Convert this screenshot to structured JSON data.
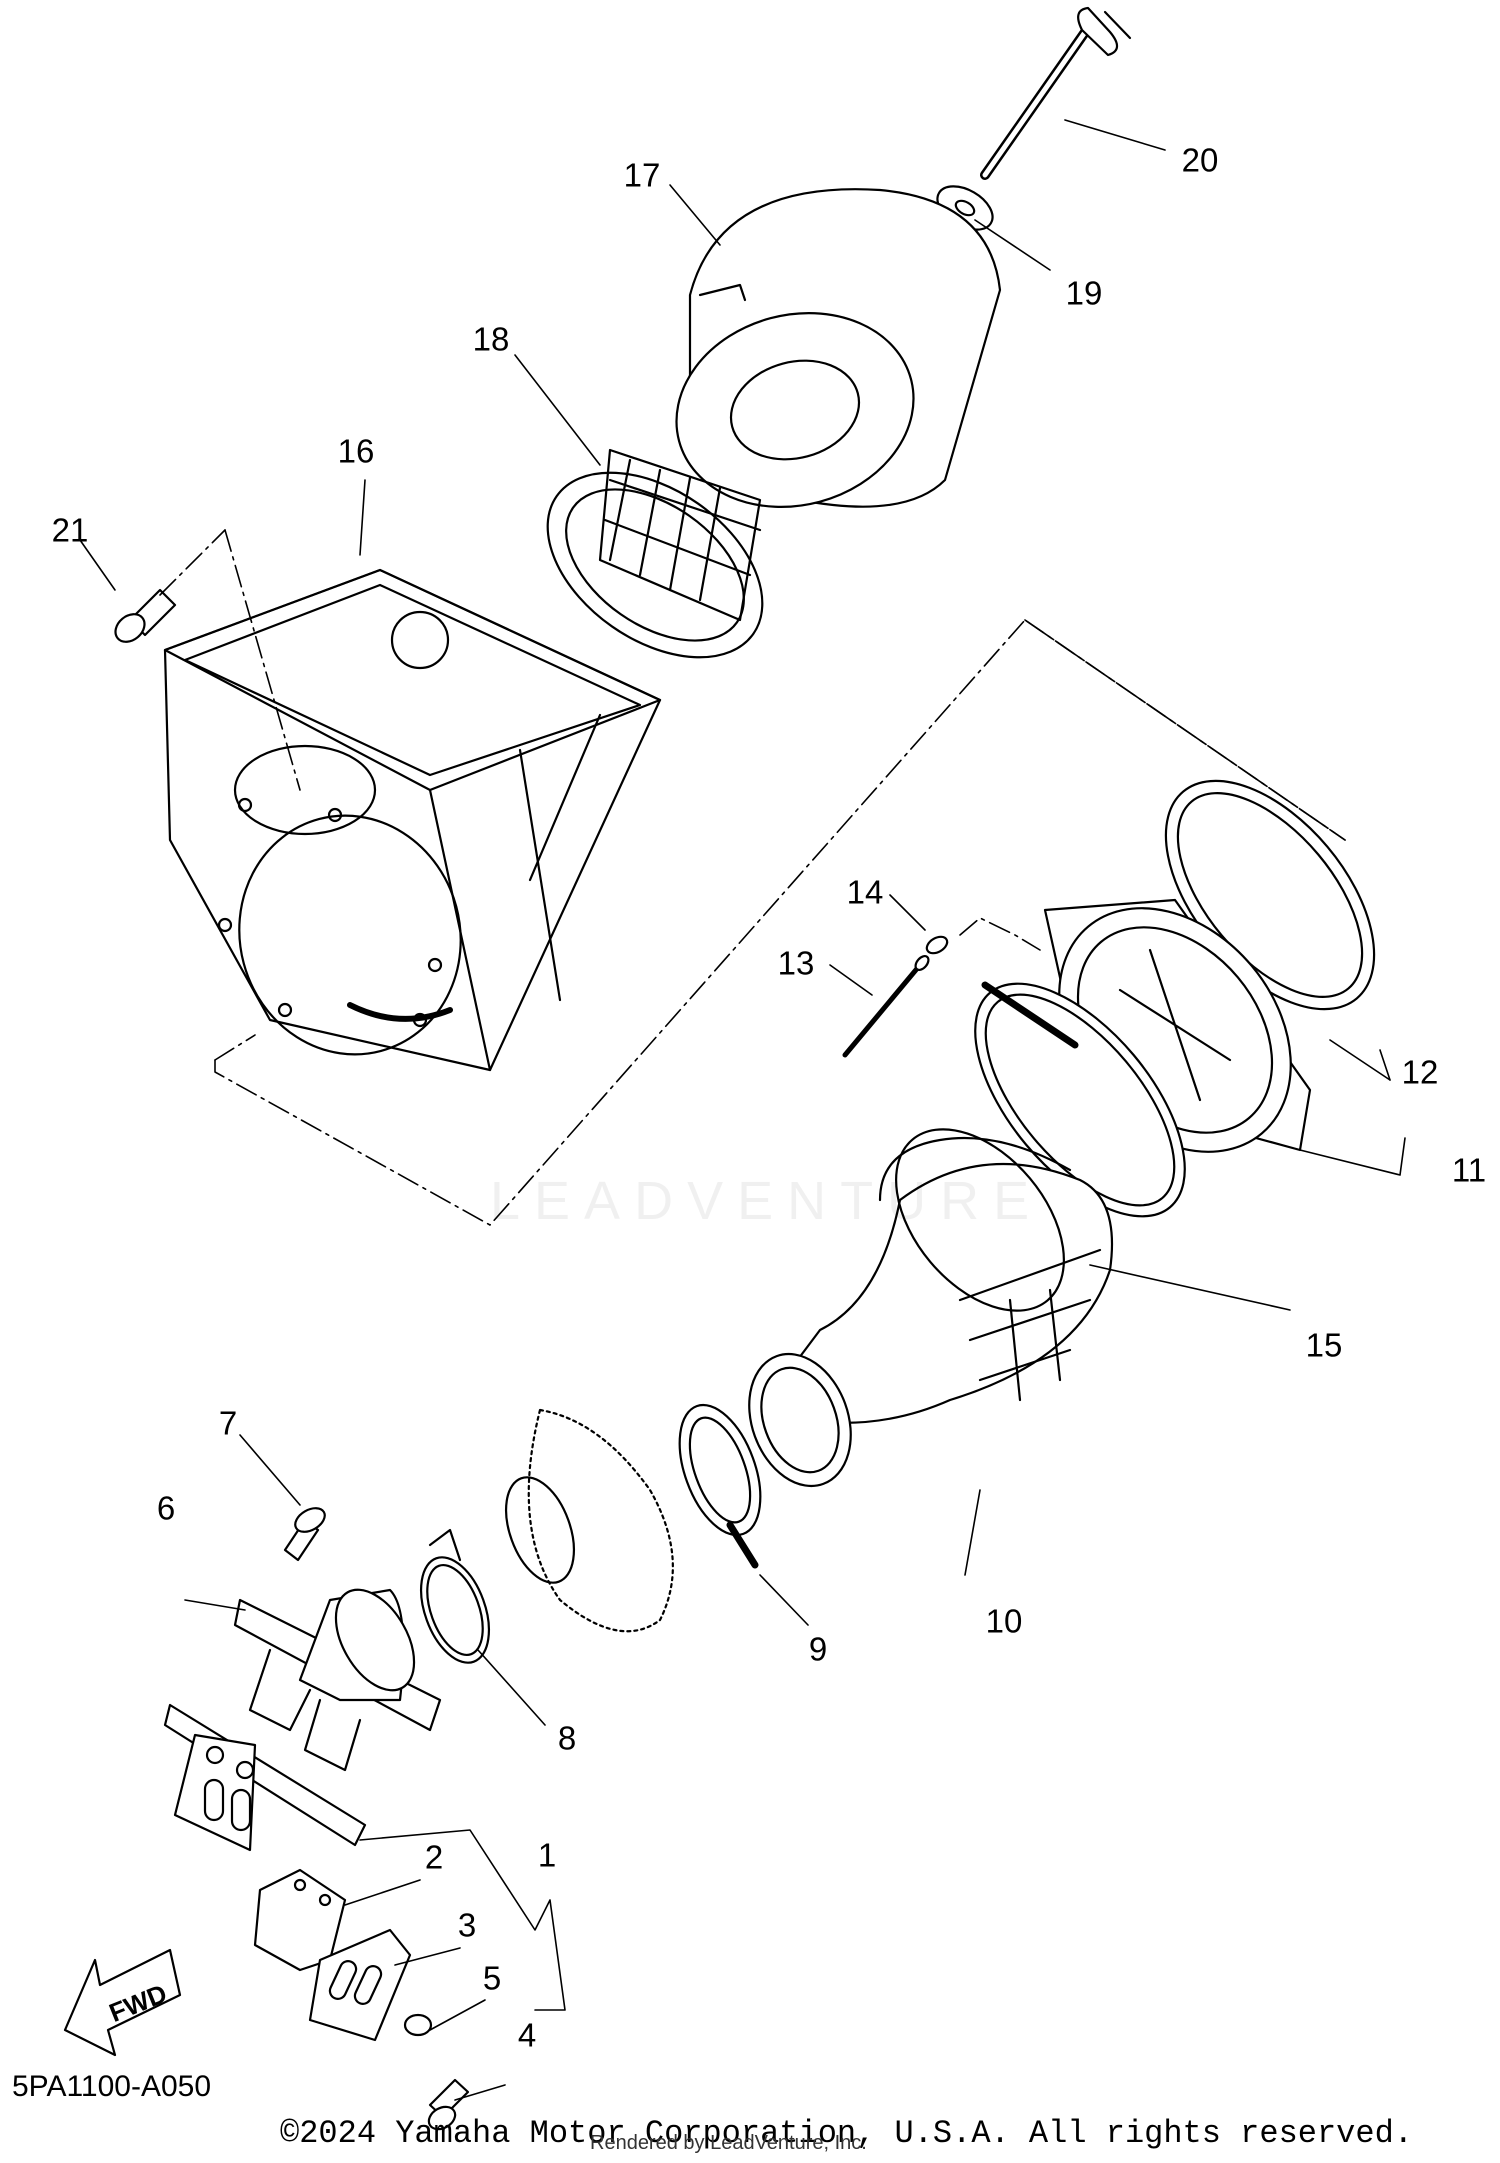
{
  "diagram": {
    "code": "5PA1100-A050",
    "fwd_label": "FWD",
    "watermark": "LEADVENTURE",
    "footer": {
      "copyright": "©2024 Yamaha Motor Corporation, U.S.A. All rights reserved.",
      "rendered_by": "Rendered by LeadVenture, Inc."
    },
    "callouts": [
      {
        "id": "1",
        "label": "1"
      },
      {
        "id": "2",
        "label": "2"
      },
      {
        "id": "3",
        "label": "3"
      },
      {
        "id": "4",
        "label": "4"
      },
      {
        "id": "5",
        "label": "5"
      },
      {
        "id": "6",
        "label": "6"
      },
      {
        "id": "7",
        "label": "7"
      },
      {
        "id": "8",
        "label": "8"
      },
      {
        "id": "9",
        "label": "9"
      },
      {
        "id": "10",
        "label": "10"
      },
      {
        "id": "11",
        "label": "11"
      },
      {
        "id": "12",
        "label": "12"
      },
      {
        "id": "13",
        "label": "13"
      },
      {
        "id": "14",
        "label": "14"
      },
      {
        "id": "15",
        "label": "15"
      },
      {
        "id": "16",
        "label": "16"
      },
      {
        "id": "17",
        "label": "17"
      },
      {
        "id": "18",
        "label": "18"
      },
      {
        "id": "19",
        "label": "19"
      },
      {
        "id": "20",
        "label": "20"
      },
      {
        "id": "21",
        "label": "21"
      }
    ]
  }
}
